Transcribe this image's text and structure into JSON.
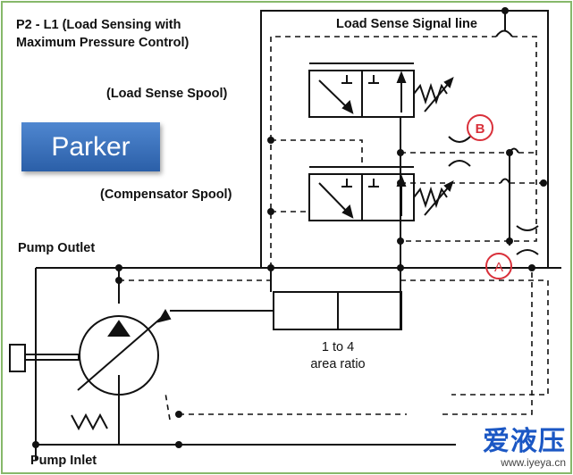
{
  "title": {
    "line1": "P2 - L1 (Load Sensing with",
    "line2": "Maximum Pressure Control)"
  },
  "logo": {
    "text": "Parker"
  },
  "labels": {
    "signal_line": "Load Sense Signal line",
    "load_sense_spool": "(Load Sense Spool)",
    "compensator_spool": "(Compensator Spool)",
    "pump_outlet": "Pump Outlet",
    "pump_inlet": "Pump Inlet",
    "ratio_line1": "1 to 4",
    "ratio_line2": "area ratio"
  },
  "markers": {
    "a": "A",
    "b": "B"
  },
  "watermark": {
    "brand": "爱液压",
    "url": "www.iyeya.cn"
  },
  "colors": {
    "frame": "#86b86a",
    "marker": "#d9303a",
    "logo": "#3a6fb8",
    "line": "#111111"
  }
}
